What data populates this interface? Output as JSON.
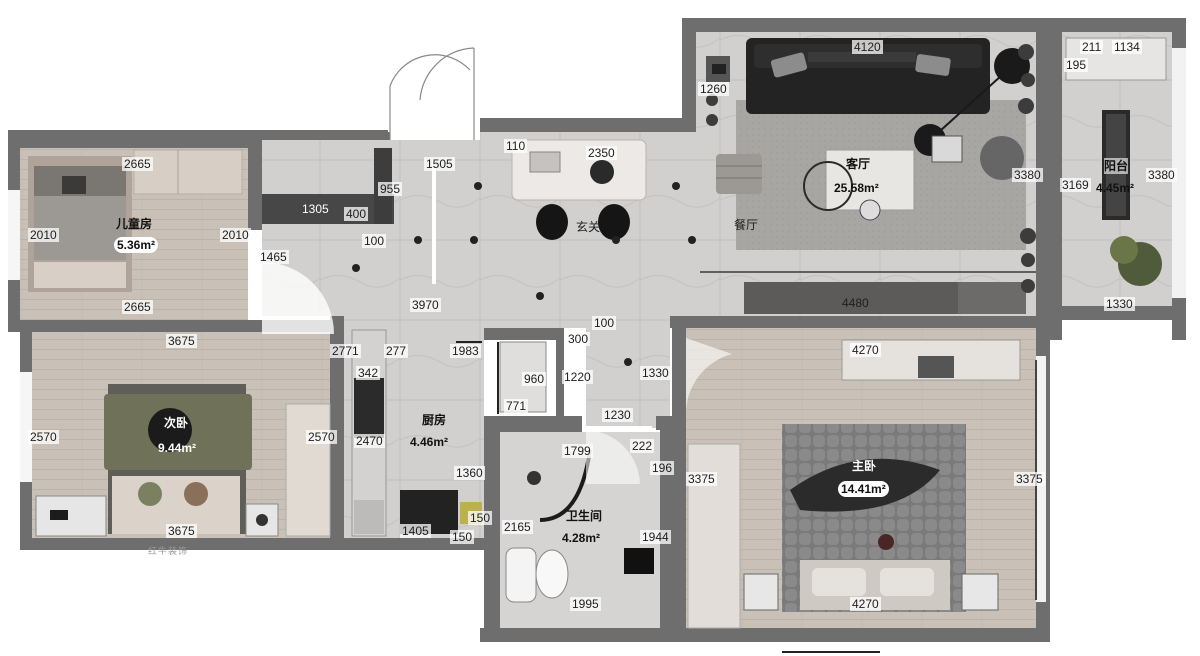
{
  "rooms": {
    "kids_room": {
      "name": "儿童房",
      "area": "5.36m²"
    },
    "second_bedroom": {
      "name": "次卧",
      "area": "9.44m²"
    },
    "kitchen": {
      "name": "厨房",
      "area": "4.46m²"
    },
    "bathroom": {
      "name": "卫生间",
      "area": "4.28m²"
    },
    "master_bedroom": {
      "name": "主卧",
      "area": "14.41m²"
    },
    "living_room": {
      "name": "客厅",
      "area": "25.58m²"
    },
    "balcony": {
      "name": "阳台",
      "area": "4.45m²"
    },
    "entrance": {
      "name": "玄关"
    },
    "dining": {
      "name": "餐厅"
    }
  },
  "dimensions": {
    "d_2665_top": "2665",
    "d_2665_bottom": "2665",
    "d_2010_left": "2010",
    "d_2010_right": "2010",
    "d_1305": "1305",
    "d_400": "400",
    "d_955": "955",
    "d_100_a": "100",
    "d_1505": "1505",
    "d_110": "110",
    "d_2350": "2350",
    "d_4120": "4120",
    "d_1260": "1260",
    "d_211": "211",
    "d_1134": "1134",
    "d_195": "195",
    "d_3380_living": "3380",
    "d_3169": "3169",
    "d_3380_balcony": "3380",
    "d_1330_balcony": "1330",
    "d_1465": "1465",
    "d_3970": "3970",
    "d_100_b": "100",
    "d_4480": "4480",
    "d_3675_top": "3675",
    "d_3675_bottom": "3675",
    "d_2570_left": "2570",
    "d_2570_right": "2570",
    "d_2771": "2771",
    "d_277": "277",
    "d_1983": "1983",
    "d_342": "342",
    "d_960": "960",
    "d_771": "771",
    "d_2470": "2470",
    "d_1360": "1360",
    "d_1405": "1405",
    "d_150_a": "150",
    "d_150_b": "150",
    "d_300": "300",
    "d_1220": "1220",
    "d_1330_hall": "1330",
    "d_1230": "1230",
    "d_222": "222",
    "d_196": "196",
    "d_1799": "1799",
    "d_2165": "2165",
    "d_1944": "1944",
    "d_1995": "1995",
    "d_4270_top": "4270",
    "d_4270_bottom": "4270",
    "d_3375_left": "3375",
    "d_3375_right": "3375"
  },
  "watermark": "红牛装饰",
  "colors": {
    "wall": "#6e6e6e",
    "wood_floor": "#c8c0b6",
    "tile_floor": "#cfcdcb",
    "rug": "#a9a7a4",
    "furniture_dark": "#252525"
  }
}
